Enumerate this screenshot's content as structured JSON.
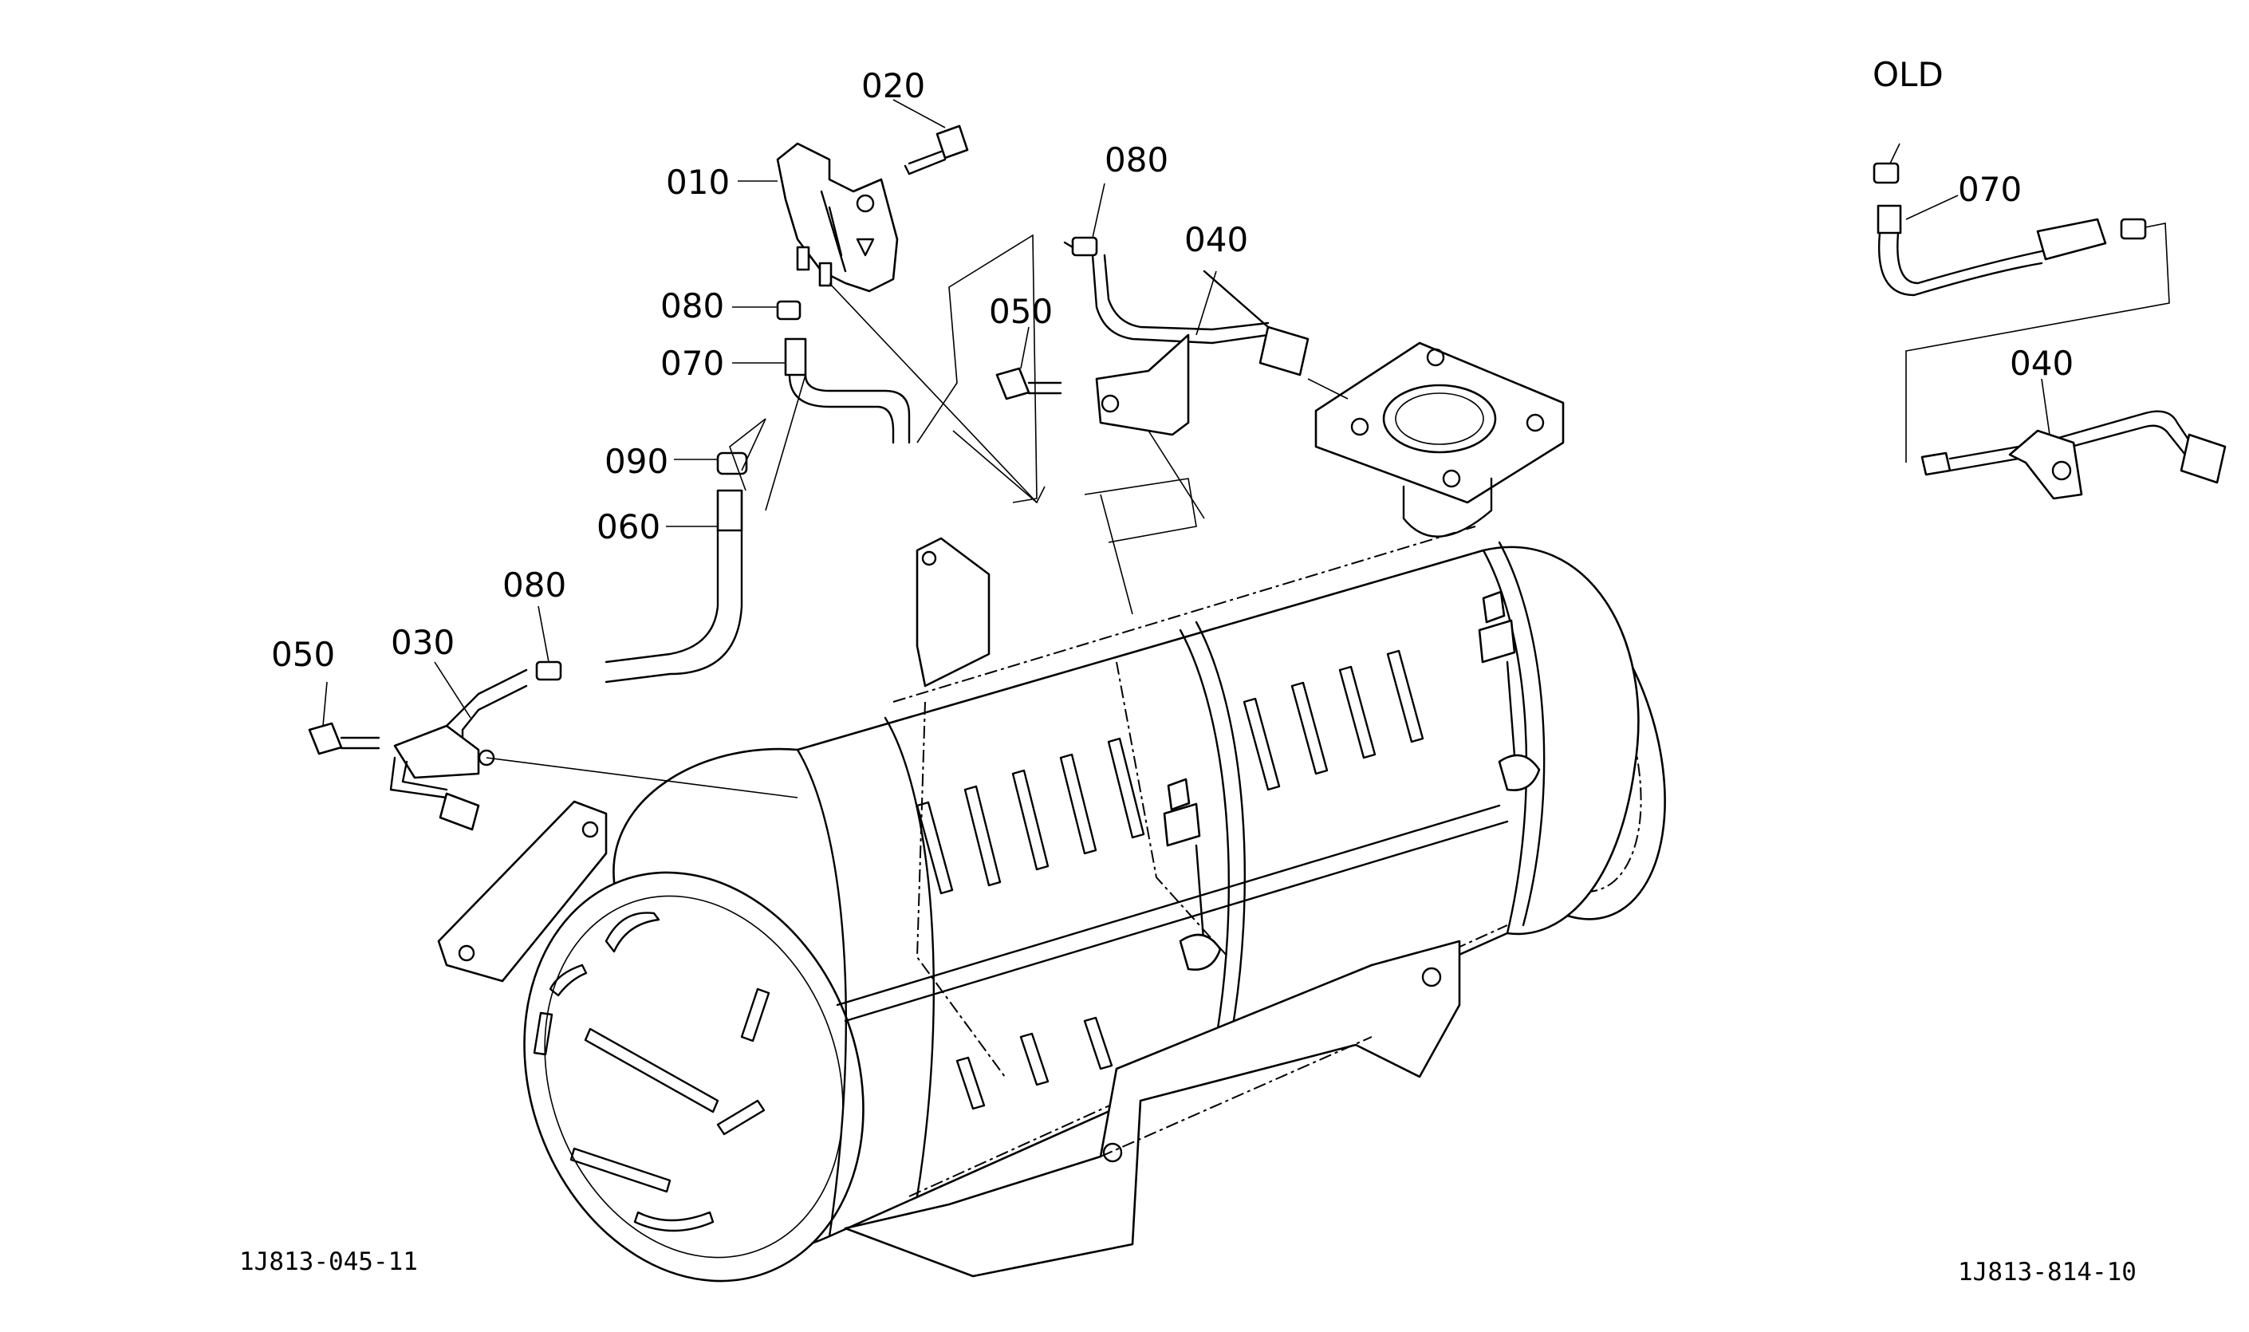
{
  "callouts": {
    "c010": "010",
    "c020": "020",
    "c080_top": "080",
    "c080_mid": "080",
    "c080_left": "080",
    "c070": "070",
    "c090": "090",
    "c060": "060",
    "c050_left": "050",
    "c050_mid": "050",
    "c030": "030",
    "c040": "040"
  },
  "old_inset": {
    "title": "OLD",
    "c070": "070",
    "c040": "040"
  },
  "codes": {
    "left": "1J813-045-11",
    "right": "1J813-814-10"
  }
}
